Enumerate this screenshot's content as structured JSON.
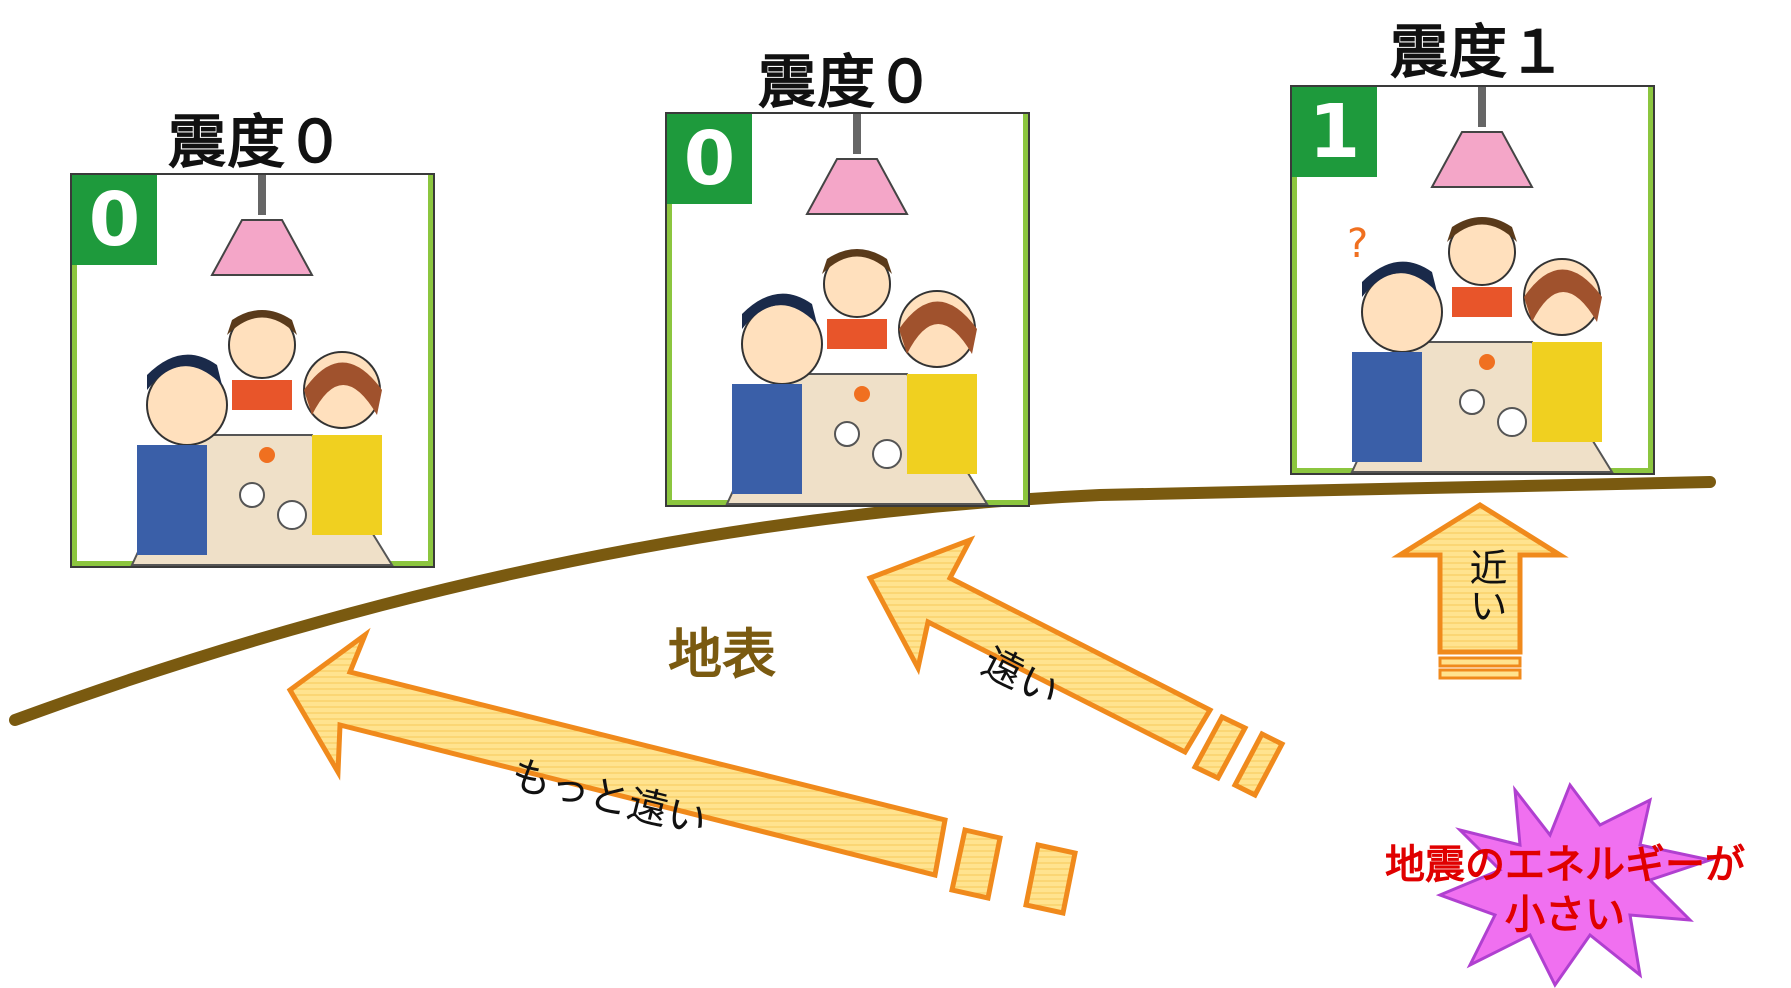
{
  "panels": [
    {
      "title": "震度０",
      "badge": "0"
    },
    {
      "title": "震度０",
      "badge": "0"
    },
    {
      "title": "震度１",
      "badge": "1"
    }
  ],
  "ground_label": "地表",
  "arrows": {
    "far_label": "もっと遠い",
    "mid_label": "遠い",
    "near_label": "近い"
  },
  "energy_note": {
    "line1": "地震のエネルギーが",
    "line2": "小さい"
  },
  "colors": {
    "badge_green": "#1e9a3c",
    "frame_green": "#8cc63f",
    "ground_brown": "#7a5a10",
    "arrow_fill": "#ffe08a",
    "arrow_stroke": "#f08a1c",
    "burst_fill": "#f070f0",
    "energy_text": "#e00000"
  }
}
